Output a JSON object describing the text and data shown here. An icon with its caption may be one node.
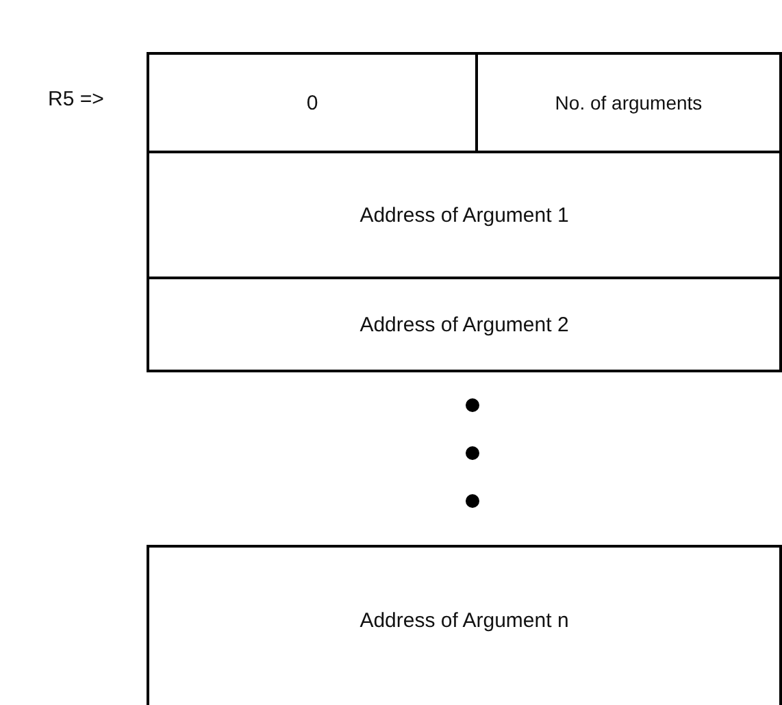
{
  "diagram": {
    "nodes": [
      {
        "text": [
          "0"
        ]
      },
      {
        "text": [
          "No. of arguments"
        ]
      },
      {
        "text": [
          "Address of Argument 1"
        ]
      },
      {
        "text": [
          "Address of Argument 2"
        ]
      },
      {
        "text": [
          "Address of Argument n"
        ]
      }
    ],
    "labels": [
      "R5 =>"
    ]
  }
}
